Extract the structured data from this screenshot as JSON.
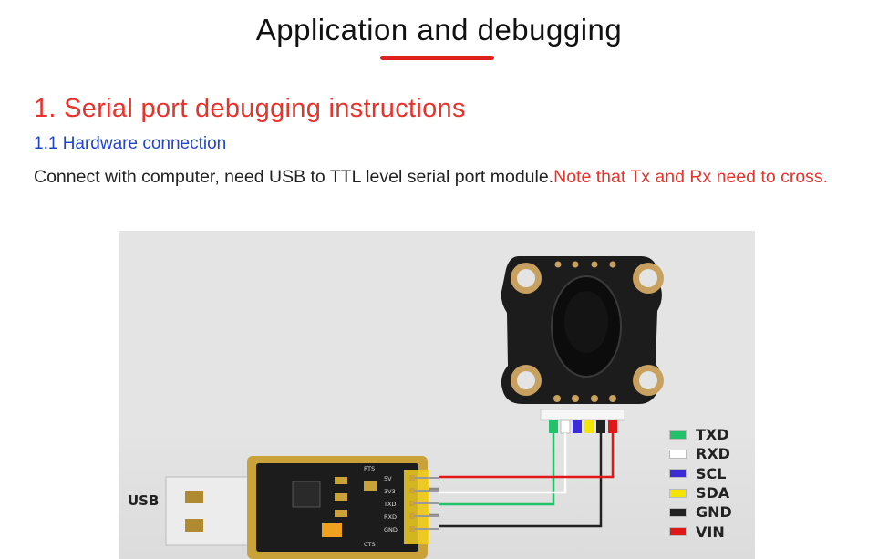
{
  "page": {
    "title": "Application and debugging",
    "section_heading": "1. Serial port debugging instructions",
    "subsection_heading": "1.1 Hardware connection",
    "paragraph": "Connect with computer, need USB to TTL level serial port module.",
    "note": "Note that Tx and Rx need to cross."
  },
  "figure": {
    "usb_label": "USB",
    "adapter_pins": [
      "RTS",
      "5V",
      "3V3",
      "TXD",
      "RXD",
      "GND",
      "CTS"
    ],
    "legend": [
      {
        "label": "TXD",
        "color": "#22c26a"
      },
      {
        "label": "RXD",
        "color": "#ffffff"
      },
      {
        "label": "SCL",
        "color": "#3b2bd6"
      },
      {
        "label": "SDA",
        "color": "#f2e600"
      },
      {
        "label": "GND",
        "color": "#222222"
      },
      {
        "label": "VIN",
        "color": "#e01818"
      }
    ],
    "colors": {
      "accent_red": "#e8332d",
      "subheading_blue": "#2244cc",
      "board_black": "#1c1c1c",
      "adapter_gold": "#c9a23a"
    }
  }
}
